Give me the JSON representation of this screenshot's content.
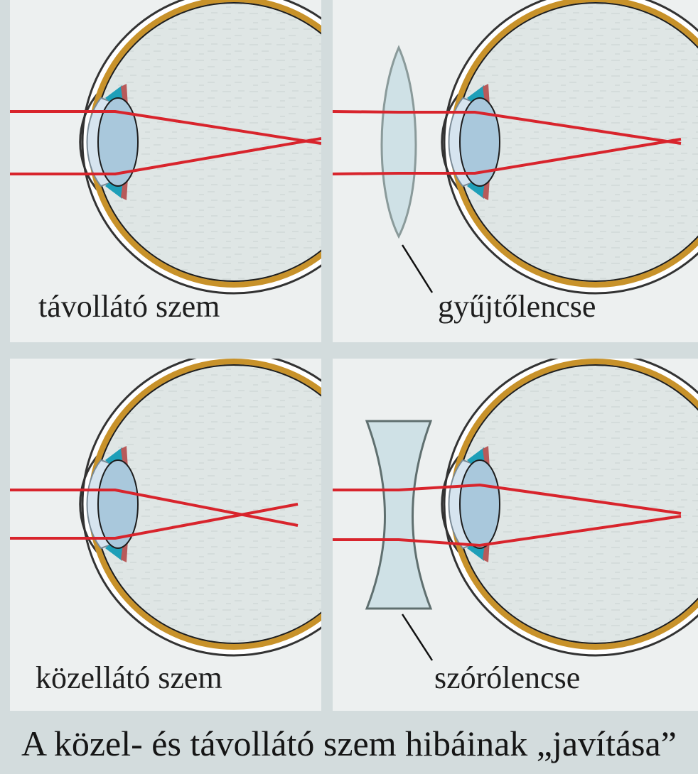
{
  "panels": {
    "top_left": {
      "label": "távollátó szem"
    },
    "top_right": {
      "label": "gyűjtőlencse"
    },
    "bottom_left": {
      "label": "közellátó szem"
    },
    "bottom_right": {
      "label": "szórólencse"
    }
  },
  "caption": "A közel- és távollátó szem hibáinak „javítása”",
  "colors": {
    "background": "#d3dcdd",
    "panel": "#edf0f0",
    "ray": "#d8242c",
    "sclera": "#c8922a",
    "vitreous": "#dfe6e5",
    "lens": "#a9c8dc",
    "cornea": "#d6e4ef",
    "iris": "#1e9fb8",
    "optic_nerve": "#d9a13a",
    "glass_lens": "#cfe1e6"
  }
}
